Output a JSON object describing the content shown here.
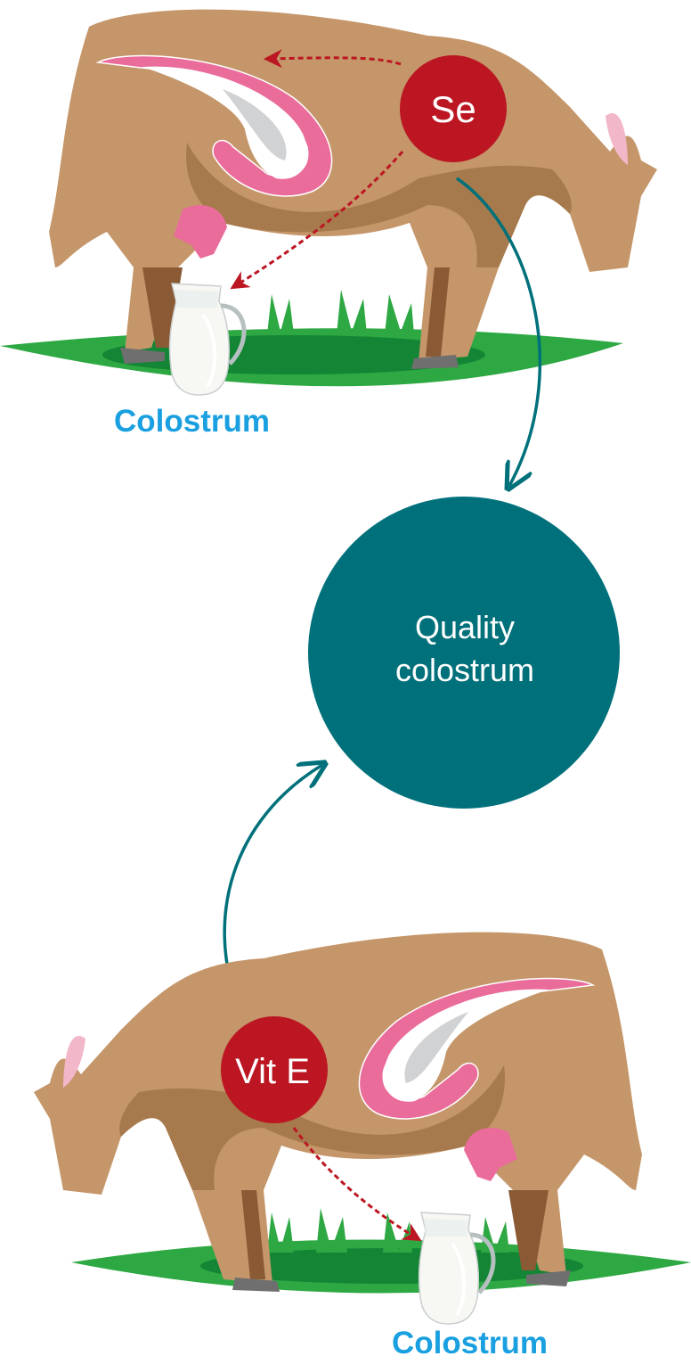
{
  "top_panel": {
    "nutrient_label": "Se",
    "output_label": "Colostrum"
  },
  "center": {
    "result_line1": "Quality",
    "result_line2": "colostrum"
  },
  "bottom_panel": {
    "nutrient_label": "Vit E",
    "output_label": "Colostrum"
  },
  "colors": {
    "cow": "#c4966a",
    "cow_shade": "#a67a4c",
    "uterus": "#ea6c9b",
    "nutrient_circle": "#bc1622",
    "result_circle": "#00707a",
    "grass": "#2ea843",
    "grass_dark": "#138535",
    "label": "#1aa0e0"
  }
}
